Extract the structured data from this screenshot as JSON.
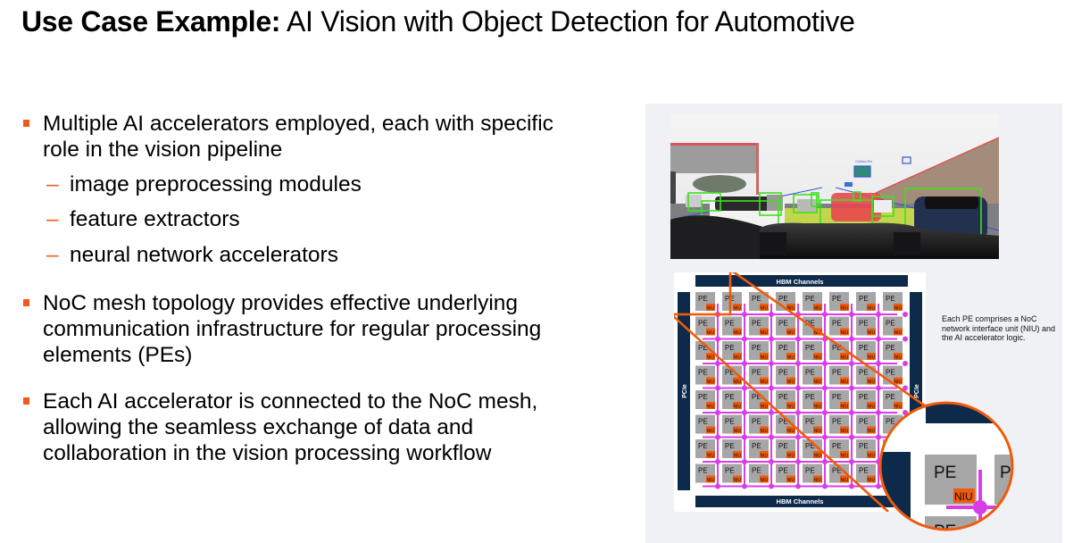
{
  "slide": {
    "title_bold": "Use Case Example:",
    "title_regular": " AI Vision with Object Detection for Automotive"
  },
  "bullets": [
    {
      "text": "Multiple AI accelerators employed, each with specific role in the vision pipeline",
      "line1": "Multiple AI accelerators employed, each with specific",
      "line2": "role in the vision pipeline",
      "sub_items": [
        "image preprocessing modules",
        "feature extractors",
        "neural network accelerators"
      ]
    },
    {
      "text": "NoC mesh topology provides effective underlying communication infrastructure for regular processing elements (PEs)",
      "line1": "NoC mesh topology provides effective underlying",
      "line2": "communication infrastructure for regular processing",
      "line3": "elements (PEs)"
    },
    {
      "text": "Each AI accelerator is connected to the NoC mesh, allowing the seamless exchange of data and collaboration in the vision processing workflow",
      "line1": "Each AI accelerator is connected to the NoC mesh,",
      "line2": "allowing the seamless exchange of data and",
      "line3": "collaboration in the vision processing workflow"
    }
  ],
  "figure": {
    "photo": {
      "description": "Dashcam view of highway traffic with object detection bounding boxes",
      "sign_label": "Colima Rd",
      "box_color": "#3ee01e",
      "lead_car_color": "#e8474f",
      "drivable_area_color": "#d9f23a"
    },
    "mesh": {
      "top_label": "HBM Channels",
      "bottom_label": "HBM Channels",
      "left_label": "PCIe",
      "right_label": "PCIe",
      "pe_label": "PE",
      "niu_label": "NIU",
      "rows": 8,
      "cols": 8,
      "colors": {
        "channel": "#0e2a4a",
        "pe": "#a6a6a6",
        "niu": "#f05a0a",
        "link": "#d93ee6",
        "zoom_outline": "#f05a0a"
      }
    },
    "caption": "Each PE comprises a NoC network interface unit (NIU) and the AI accelerator logic."
  }
}
